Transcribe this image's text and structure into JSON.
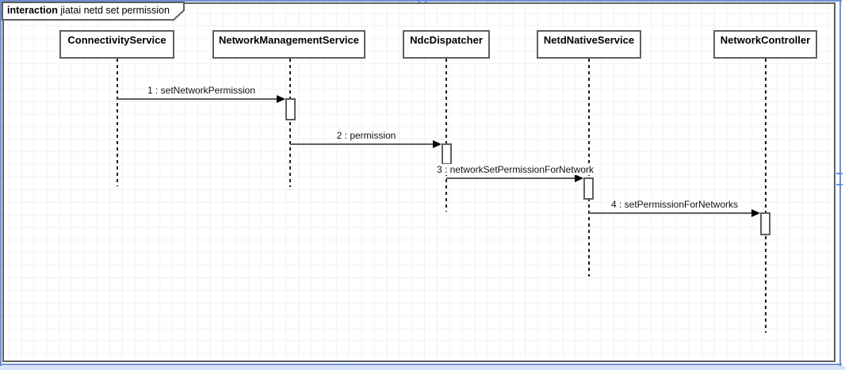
{
  "diagram_type": "uml-sequence",
  "frame": {
    "keyword": "interaction",
    "title": "jiatai netd set permission"
  },
  "lifelines": [
    {
      "label": "ConnectivityService"
    },
    {
      "label": "NetworkManagementService"
    },
    {
      "label": "NdcDispatcher"
    },
    {
      "label": "NetdNativeService"
    },
    {
      "label": "NetworkController"
    }
  ],
  "messages": [
    {
      "label": "1 : setNetworkPermission",
      "from": "ConnectivityService",
      "to": "NetworkManagementService"
    },
    {
      "label": "2 : permission",
      "from": "NetworkManagementService",
      "to": "NdcDispatcher"
    },
    {
      "label": "3 : networkSetPermissionForNetwork",
      "from": "NdcDispatcher",
      "to": "NetdNativeService"
    },
    {
      "label": "4 : setPermissionForNetworks",
      "from": "NetdNativeService",
      "to": "NetworkController"
    }
  ],
  "colors": {
    "shape_border": "#5f5f5f",
    "lifeline_dash": "#1f1f1f",
    "arrowhead": "#000000",
    "page_border": "#6d8fd8",
    "outside_page": "#d6e1fa",
    "grid_line": "#f0f1f5"
  }
}
